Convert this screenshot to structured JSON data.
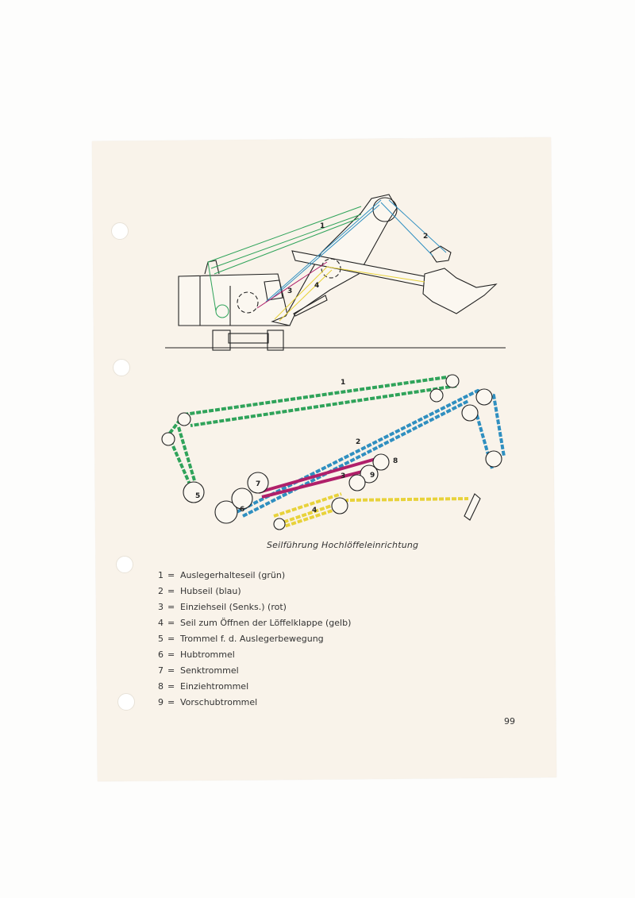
{
  "top_diagram": {
    "labels": [
      "1",
      "2",
      "3",
      "4"
    ]
  },
  "schematic": {
    "labels": [
      "1",
      "2",
      "3",
      "4",
      "5",
      "6",
      "7",
      "8",
      "9"
    ]
  },
  "caption": "Seilführung Hochlöffeleinrichtung",
  "legend": [
    {
      "num": "1",
      "eq": "=",
      "text": "Auslegerhalteseil (grün)"
    },
    {
      "num": "2",
      "eq": "=",
      "text": "Hubseil  (blau)"
    },
    {
      "num": "3",
      "eq": "=",
      "text": "Einziehseil (Senks.) (rot)"
    },
    {
      "num": "4",
      "eq": "=",
      "text": "Seil zum Öffnen der Löffelklappe (gelb)"
    },
    {
      "num": "5",
      "eq": "=",
      "text": "Trommel f. d. Auslegerbewegung"
    },
    {
      "num": "6",
      "eq": "=",
      "text": "Hubtrommel"
    },
    {
      "num": "7",
      "eq": "=",
      "text": "Senktrommel"
    },
    {
      "num": "8",
      "eq": "=",
      "text": "Einziehtrommel"
    },
    {
      "num": "9",
      "eq": "=",
      "text": "Vorschubtrommel"
    }
  ],
  "page_number": "99",
  "colors": {
    "green": "#2fa35a",
    "blue": "#2f8fc0",
    "red": "#b0206a",
    "yellow": "#e8d23a",
    "paper": "#f9f3ea"
  }
}
